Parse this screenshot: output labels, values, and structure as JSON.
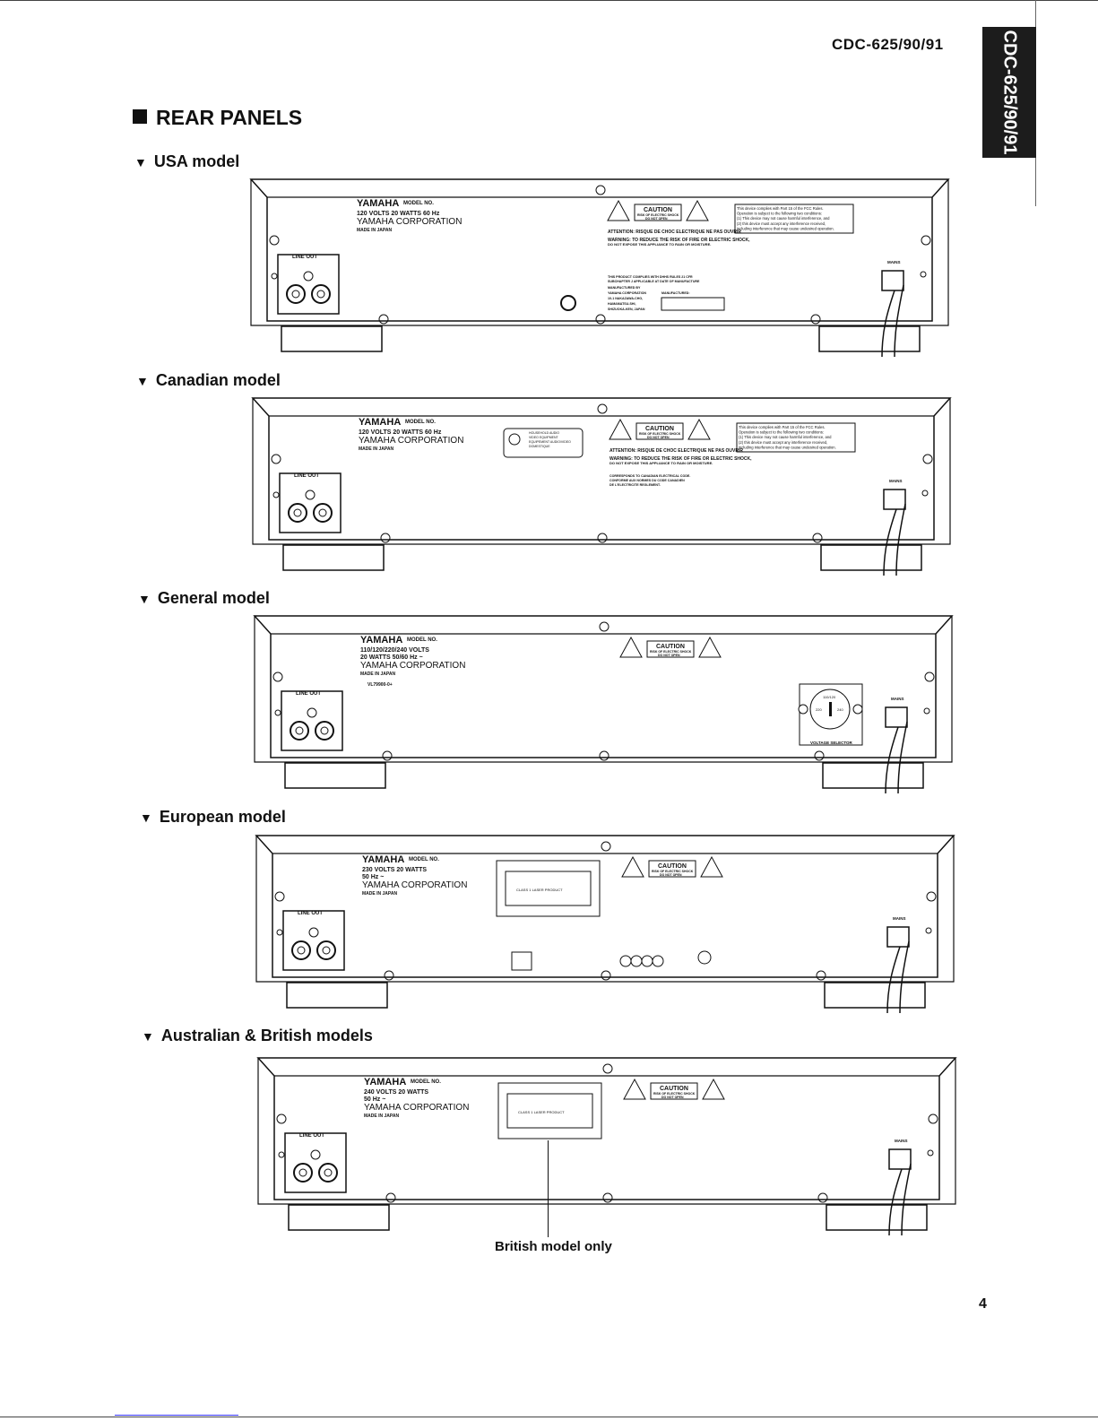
{
  "header": {
    "doc_model": "CDC-625/90/91",
    "side_tab": "CDC-625/90/91",
    "section_title": "REAR PANELS",
    "page_number": "4"
  },
  "common": {
    "brand": "YAMAHA",
    "model_no": "MODEL NO.",
    "corporation": "YAMAHA CORPORATION",
    "made_in": "MADE IN JAPAN",
    "line_out": "LINE OUT",
    "mains": "MAINS",
    "caution": "CAUTION",
    "caution_sub1": "RISK OF ELECTRIC SHOCK",
    "caution_sub2": "DO NOT OPEN"
  },
  "panels": [
    {
      "heading": "USA model",
      "rating1": "120 VOLTS   20 WATTS   60 Hz",
      "rating2": "",
      "attention": "ATTENTION: RISQUE DE CHOC ELECTRIQUE NE PAS OUVRIR",
      "warning1": "WARNING: TO REDUCE THE RISK OF FIRE OR ELECTRIC SHOCK,",
      "warning2": "DO NOT EXPOSE THIS APPLIANCE TO RAIN OR MOISTURE.",
      "fcc": [
        "This device complies with Part 15 of the FCC Rules.",
        "Operation is subject to the following two conditions:",
        "(1) This device may not cause harmful interference, and",
        "(2) this device must accept any interference received,",
        "including interference that may cause undesired operation."
      ],
      "dhhs": [
        "THIS PRODUCT COMPLIES WITH DHHS RULES 21 CFR",
        "SUBCHAPTER J APPLICABLE AT DATE OF MANUFACTURE"
      ],
      "manufacturer": [
        "MANUFACTURED BY",
        "YAMAHA CORPORATION",
        "10-1 NAKAZAWA-CHO,",
        "HAMAMATSU-SHI,",
        "SHIZUOKA-KEN, JAPAN"
      ],
      "manufactured_label": "MANUFACTURED:"
    },
    {
      "heading": "Canadian model",
      "rating1": "120 VOLTS   20 WATTS   60 Hz",
      "rating2": "",
      "csa": [
        "HOUSEHOLD AUDIO",
        "VIDEO EQUIPMENT",
        "EQUIPEMENT AUDIO/VIDEO",
        "DOMESTIQUE"
      ],
      "attention": "ATTENTION: RISQUE DE CHOC ELECTRIQUE NE PAS OUVRIR",
      "warning1": "WARNING: TO REDUCE THE RISK OF FIRE OR ELECTRIC SHOCK,",
      "warning2": "DO NOT EXPOSE THIS APPLIANCE TO RAIN OR MOISTURE.",
      "fcc": [
        "This device complies with Part 15 of the FCC Rules.",
        "Operation is subject to the following two conditions:",
        "(1) This device may not cause harmful interference, and",
        "(2) this device must accept any interference received,",
        "including interference that may cause undesired operation."
      ],
      "canada": [
        "CORRESPONDS TO CANADIAN ELECTRICAL CODE.",
        "CONFORME AUX NORMES DU CODE CANADIEN",
        "DE L'ELECTRICITE REGLEMENT."
      ]
    },
    {
      "heading": "General model",
      "rating1": "110/120/220/240 VOLTS",
      "rating2": "20 WATTS   50/60 Hz ~",
      "serial": "VL79900-0+",
      "voltage_selector": "VOLTAGE SELECTOR",
      "selector_values": [
        "110/120",
        "220",
        "240"
      ]
    },
    {
      "heading": "European model",
      "rating1": "230 VOLTS      20 WATTS",
      "rating2": "50 Hz ~",
      "laser": "CLASS 1 LASER PRODUCT"
    },
    {
      "heading": "Australian & British models",
      "rating1": "240 VOLTS      20 WATTS",
      "rating2": "50 Hz ~",
      "laser": "CLASS 1 LASER PRODUCT"
    }
  ],
  "british_note": "British model only"
}
